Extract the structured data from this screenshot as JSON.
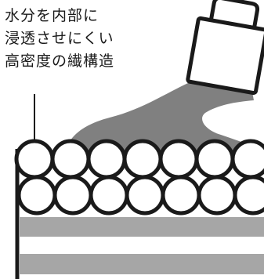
{
  "caption": {
    "lines": [
      "水分を内部に",
      "浸透させにくい",
      "高密度の繊構造"
    ]
  },
  "colors": {
    "ink": "#1a1a1a",
    "liquid": "#808080",
    "band": "#a6a6a6",
    "background": "#ffffff"
  },
  "icons": {
    "container": "bag-icon"
  }
}
